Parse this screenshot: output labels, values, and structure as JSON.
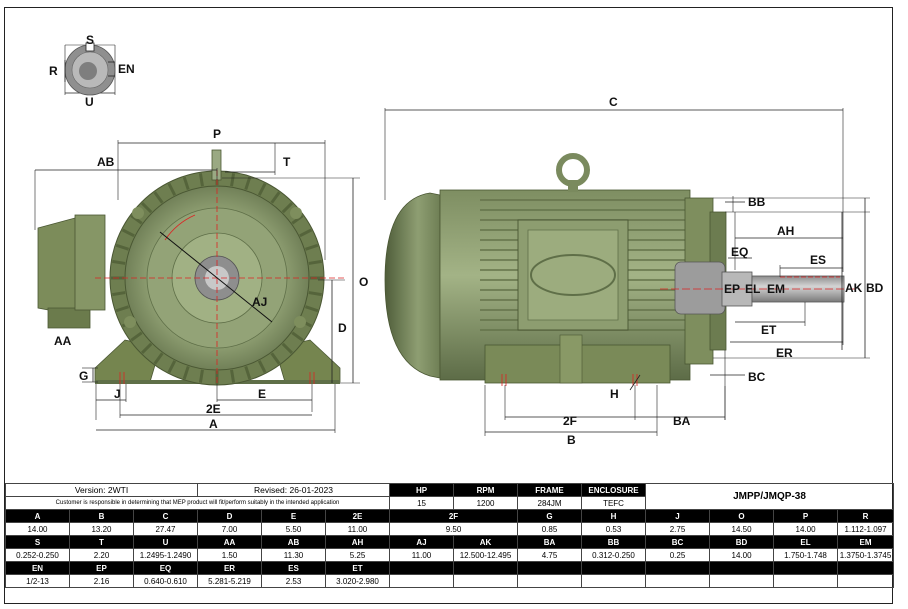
{
  "drawing": {
    "shaft_labels": {
      "s": "S",
      "r": "R",
      "en": "EN",
      "u": "U"
    },
    "front_labels": {
      "p": "P",
      "ab": "AB",
      "t": "T",
      "o": "O",
      "aj": "AJ",
      "d": "D",
      "aa": "AA",
      "g": "G",
      "j": "J",
      "e": "E",
      "e2": "2E",
      "a": "A"
    },
    "side_labels": {
      "c": "C",
      "bb": "BB",
      "ah": "AH",
      "eq": "EQ",
      "es": "ES",
      "ep": "EP",
      "el": "EL",
      "em": "EM",
      "ak": "AK",
      "bd": "BD",
      "et": "ET",
      "er": "ER",
      "bc": "BC",
      "h": "H",
      "f2": "2F",
      "ba": "BA",
      "b": "B"
    }
  },
  "info": {
    "version": "Version: 2WTI",
    "revised": "Revised: 26-01-2023",
    "notice": "Customer is responsible in determining that MEP product will fit/perform suitably in the intended application",
    "model": "JMPP/JMQP-38"
  },
  "ratings": {
    "headers": [
      "HP",
      "RPM",
      "FRAME",
      "ENCLOSURE"
    ],
    "values": [
      "15",
      "1200",
      "284JM",
      "TEFC"
    ]
  },
  "dimensions": {
    "row1_headers": [
      "A",
      "B",
      "C",
      "D",
      "E",
      "2E",
      "2F",
      "G",
      "H",
      "J",
      "O",
      "P",
      "R"
    ],
    "row1_values": [
      "14.00",
      "13.20",
      "27.47",
      "7.00",
      "5.50",
      "11.00",
      "9.50",
      "0.85",
      "0.53",
      "2.75",
      "14.50",
      "14.00",
      "1.112-1.097"
    ],
    "row2_headers": [
      "S",
      "T",
      "U",
      "AA",
      "AB",
      "AH",
      "AJ",
      "AK",
      "BA",
      "BB",
      "BC",
      "BD",
      "EL",
      "EM"
    ],
    "row2_values": [
      "0.252-0.250",
      "2.20",
      "1.2495-1.2490",
      "1.50",
      "11.30",
      "5.25",
      "11.00",
      "12.500-12.495",
      "4.75",
      "0.312-0.250",
      "0.25",
      "14.00",
      "1.750-1.748",
      "1.3750-1.3745"
    ],
    "row3_headers": [
      "EN",
      "EP",
      "EQ",
      "ER",
      "ES",
      "ET"
    ],
    "row3_values": [
      "1/2-13",
      "2.16",
      "0.640-0.610",
      "5.281-5.219",
      "2.53",
      "3.020-2.980"
    ]
  },
  "colors": {
    "motor_body": "#8a9a6e",
    "motor_dark": "#5f6f48",
    "motor_light": "#a8b88a",
    "shaft": "#a8a8a8",
    "dimension_red": "#dd2222"
  }
}
